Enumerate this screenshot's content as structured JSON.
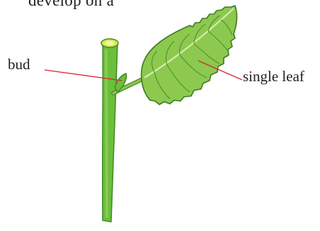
{
  "heading_fragment": "develop on a",
  "labels": {
    "bud": "bud",
    "leaf": "single leaf"
  },
  "colors": {
    "stem": "#6cbf3a",
    "stem_dark": "#3f8a24",
    "leaf": "#8cc94e",
    "leaf_dark": "#4f8f2c",
    "pointer": "#d9262e"
  }
}
